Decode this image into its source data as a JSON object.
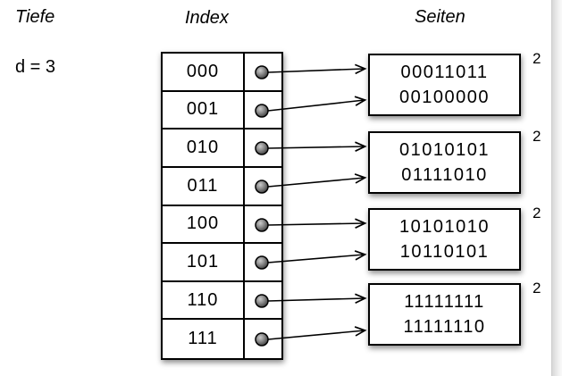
{
  "diagram": {
    "headers": {
      "depth": "Tiefe",
      "index": "Index",
      "pages": "Seiten"
    },
    "depth_value": "d = 3",
    "index_entries": [
      "000",
      "001",
      "010",
      "011",
      "100",
      "101",
      "110",
      "111"
    ],
    "pages": [
      {
        "values": [
          "00011011",
          "00100000"
        ],
        "local_depth": "2"
      },
      {
        "values": [
          "01010101",
          "01111010"
        ],
        "local_depth": "2"
      },
      {
        "values": [
          "10101010",
          "10110101"
        ],
        "local_depth": "2"
      },
      {
        "values": [
          "11111111",
          "11111110"
        ],
        "local_depth": "2"
      }
    ],
    "colors": {
      "line": "#000000",
      "dot_highlight": "#c8c8c8",
      "dot_dark": "#3c3c3c",
      "background": "#ffffff"
    }
  }
}
